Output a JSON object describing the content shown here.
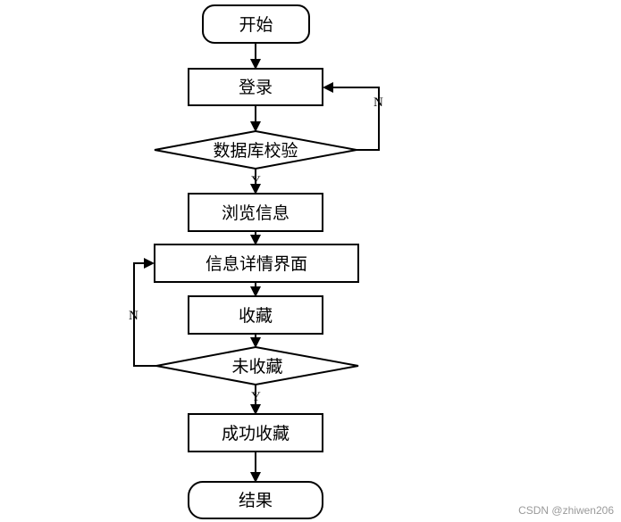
{
  "nodes": {
    "start": "开始",
    "login": "登录",
    "db_check": "数据库校验",
    "browse": "浏览信息",
    "detail": "信息详情界面",
    "favorite": "收藏",
    "not_favorited": "未收藏",
    "success": "成功收藏",
    "end": "结果"
  },
  "branches": {
    "db_check_no": "N",
    "db_check_yes": "Y",
    "not_favorited_no": "N",
    "not_favorited_yes": "Y"
  },
  "watermark": "CSDN @zhiwen206"
}
